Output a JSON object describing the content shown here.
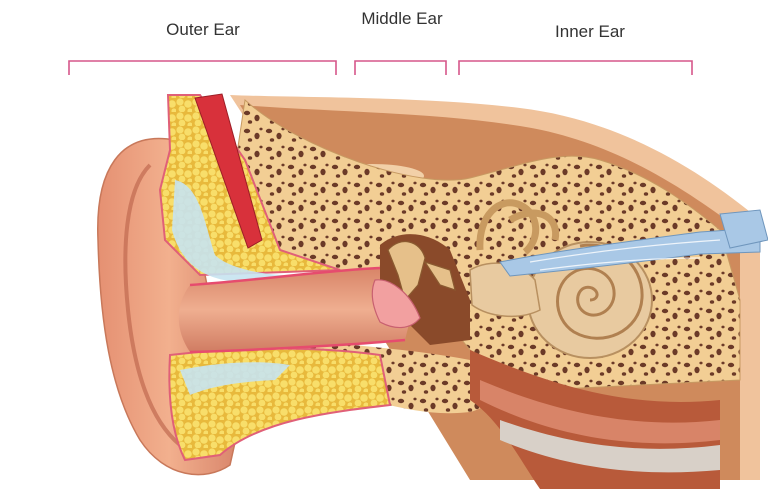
{
  "labels": {
    "outer": "Outer Ear",
    "middle": "Middle Ear",
    "inner": "Inner Ear"
  },
  "colors": {
    "bracket": "#d6568a",
    "skin": "#e9a07d",
    "skin_dark": "#c8785a",
    "bone": "#f2ce94",
    "bone_pore": "#6b3a28",
    "fat": "#f6d85a",
    "muscle": "#d8313b",
    "nerve": "#a9c8e6",
    "cochlea": "#e8caa0",
    "eardrum": "#f2a0a0",
    "canal_lining": "#e64c6e"
  }
}
